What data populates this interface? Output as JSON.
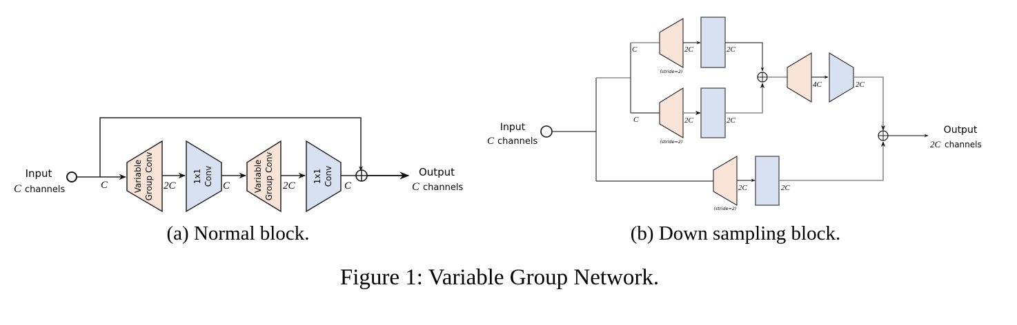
{
  "figure": {
    "caption": "Figure 1: Variable Group Network.",
    "colors": {
      "group_conv_fill": "#f9e5d8",
      "pointwise_conv_fill": "#d8e1f2",
      "line": "#222222"
    }
  },
  "normal_block": {
    "subcaption": "(a) Normal block.",
    "input": {
      "title": "Input",
      "channels_symbol": "C",
      "channels_word": "channels"
    },
    "output": {
      "title": "Output",
      "channels_symbol": "C",
      "channels_word": "channels"
    },
    "layers": [
      {
        "line1": "Variable",
        "line2": "Group Conv",
        "in": "C",
        "out": "2C"
      },
      {
        "line1": "1x1",
        "line2": "Conv",
        "in": "2C",
        "out": "C"
      },
      {
        "line1": "Variable",
        "line2": "Group Conv",
        "in": "C",
        "out": "2C"
      },
      {
        "line1": "1x1",
        "line2": "Conv",
        "in": "2C",
        "out": "C"
      }
    ],
    "labels": {
      "c_in": "C",
      "c_2a": "2C",
      "c_mid": "C",
      "c_2b": "2C",
      "c_out": "C"
    }
  },
  "downsampling_block": {
    "subcaption": "(b) Down sampling block.",
    "input": {
      "title": "Input",
      "channels_symbol": "C",
      "channels_word": "channels"
    },
    "output": {
      "title": "Output",
      "channels_symbol": "2C",
      "channels_word": "channels"
    },
    "stride_label": "(stride=2)",
    "branch_top": {
      "in": "C",
      "mid": "2C",
      "out": "2C"
    },
    "branch_middle": {
      "in": "C",
      "mid": "2C",
      "out": "2C"
    },
    "merge": {
      "mid": "4C",
      "out": "2C"
    },
    "shortcut": {
      "mid": "2C",
      "out": "2C"
    }
  }
}
